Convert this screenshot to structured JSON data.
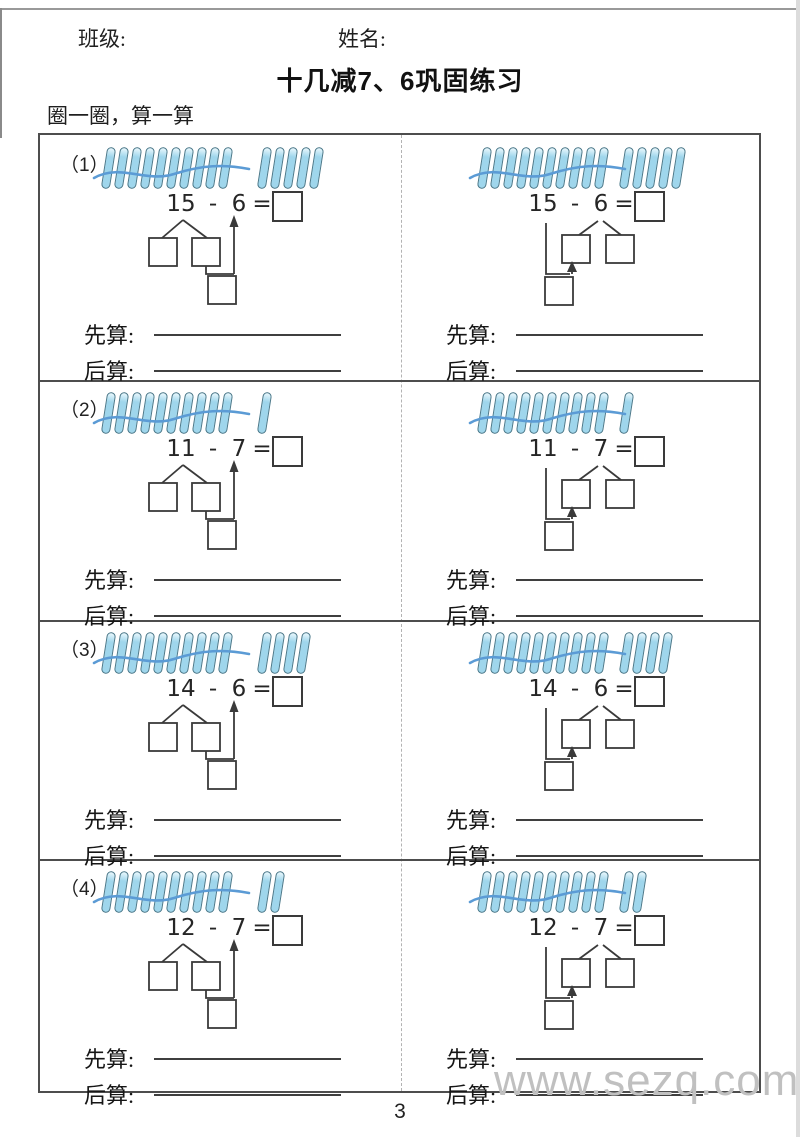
{
  "header": {
    "class_label": "班级:",
    "name_label": "姓名:",
    "title": "十几减7、6巩固练习",
    "subtitle": "圈一圈，算一算"
  },
  "symbols": {
    "minus": "-",
    "equals": "="
  },
  "step_labels": {
    "first": "先算:",
    "second": "后算:"
  },
  "problems": [
    {
      "number_label": "（1）",
      "minuend": "15",
      "subtrahend": "6",
      "crossed_sticks": 10,
      "extra_sticks": 5
    },
    {
      "number_label": "（2）",
      "minuend": "11",
      "subtrahend": "7",
      "crossed_sticks": 10,
      "extra_sticks": 1
    },
    {
      "number_label": "（3）",
      "minuend": "14",
      "subtrahend": "6",
      "crossed_sticks": 10,
      "extra_sticks": 4
    },
    {
      "number_label": "（4）",
      "minuend": "12",
      "subtrahend": "7",
      "crossed_sticks": 10,
      "extra_sticks": 2
    }
  ],
  "footer": {
    "page_number": "3",
    "watermark": "www.sezq.com"
  },
  "colors": {
    "stick_fill": "#9fd6ec",
    "stick_border": "#4b7889",
    "cross_line": "#5b9bd5",
    "ink": "#3a3a3a",
    "table_border": "#4d4d4d",
    "watermark": "#c0c0c0"
  }
}
